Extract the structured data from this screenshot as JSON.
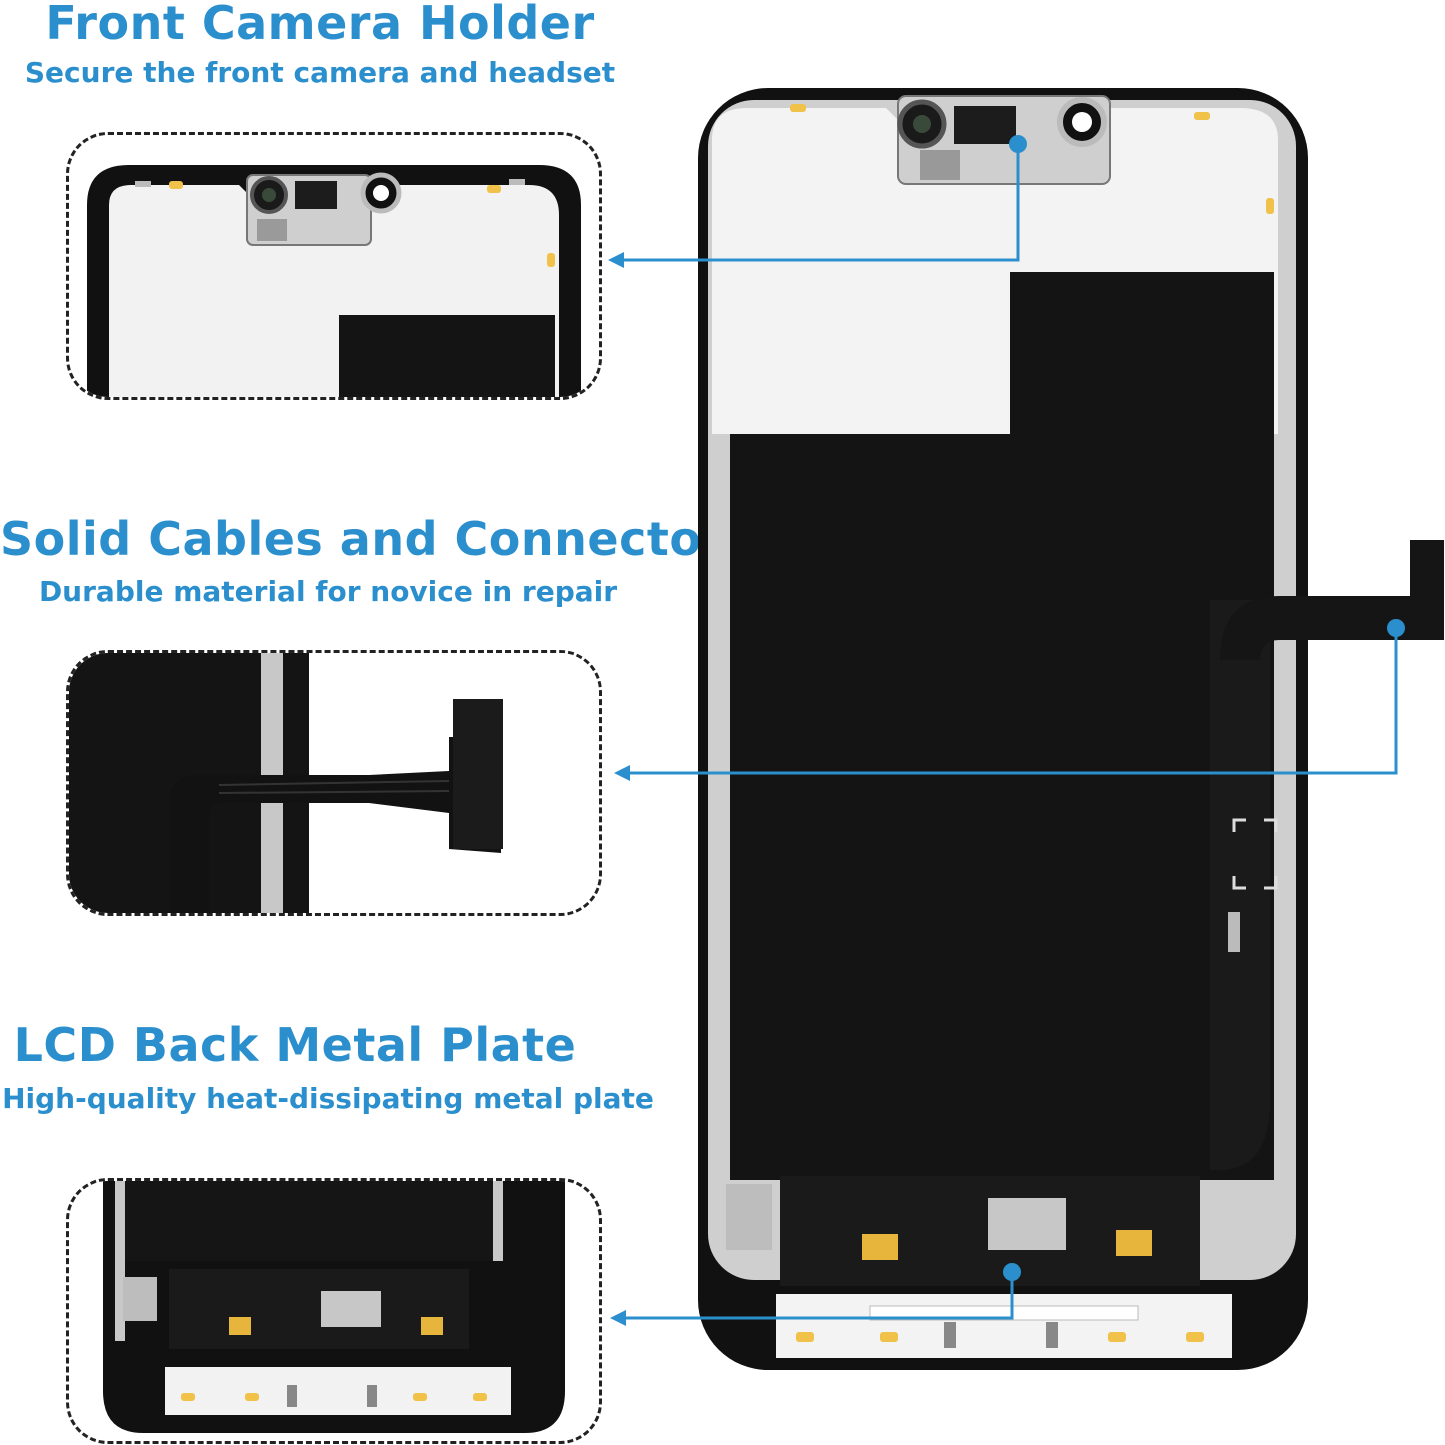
{
  "theme": {
    "accent": "#2b8fcd",
    "device_black": "#111111",
    "plate_white": "#f2f2f2",
    "contact_gold": "#f0c24a"
  },
  "sections": [
    {
      "id": "front-camera",
      "heading": "Front Camera Holder",
      "subheading": "Secure the front camera and headset"
    },
    {
      "id": "cables",
      "heading": "Solid Cables and Connectors",
      "subheading": "Durable material for novice in repair"
    },
    {
      "id": "metal-plate",
      "heading": "LCD Back Metal Plate",
      "subheading": "High-quality heat-dissipating metal plate"
    }
  ]
}
